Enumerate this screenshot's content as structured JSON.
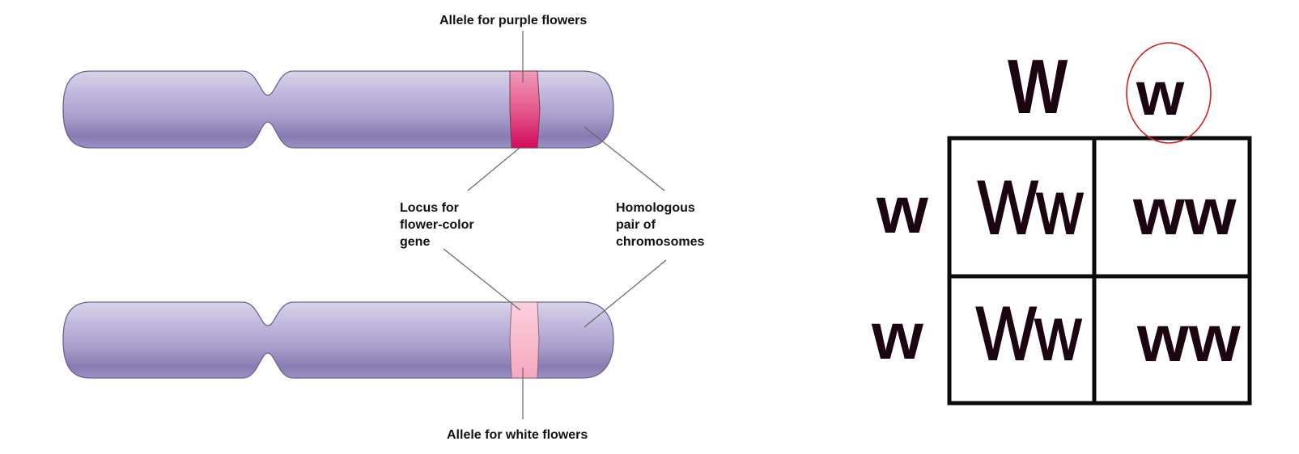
{
  "chromosome_diagram": {
    "labels": {
      "top_allele": "Allele for purple flowers",
      "bottom_allele": "Allele for white flowers",
      "locus": [
        "Locus for",
        "flower-color",
        "gene"
      ],
      "homologous": [
        "Homologous",
        "pair of",
        "chromosomes"
      ]
    },
    "colors": {
      "chromosome": "#a79cc9",
      "band_top": "#e0306f",
      "band_bottom": "#f5b3c8",
      "leader_line": "#555555"
    },
    "chromosomes": [
      {
        "name": "top-chromosome",
        "allele": "purple"
      },
      {
        "name": "bottom-chromosome",
        "allele": "white"
      }
    ]
  },
  "punnett_square": {
    "column_headers": [
      "W",
      "w"
    ],
    "row_headers": [
      "w",
      "w"
    ],
    "cells": [
      [
        "Ww",
        "ww"
      ],
      [
        "Ww",
        "ww"
      ]
    ],
    "highlighted_header": "w",
    "highlight_color": "#d42020"
  }
}
